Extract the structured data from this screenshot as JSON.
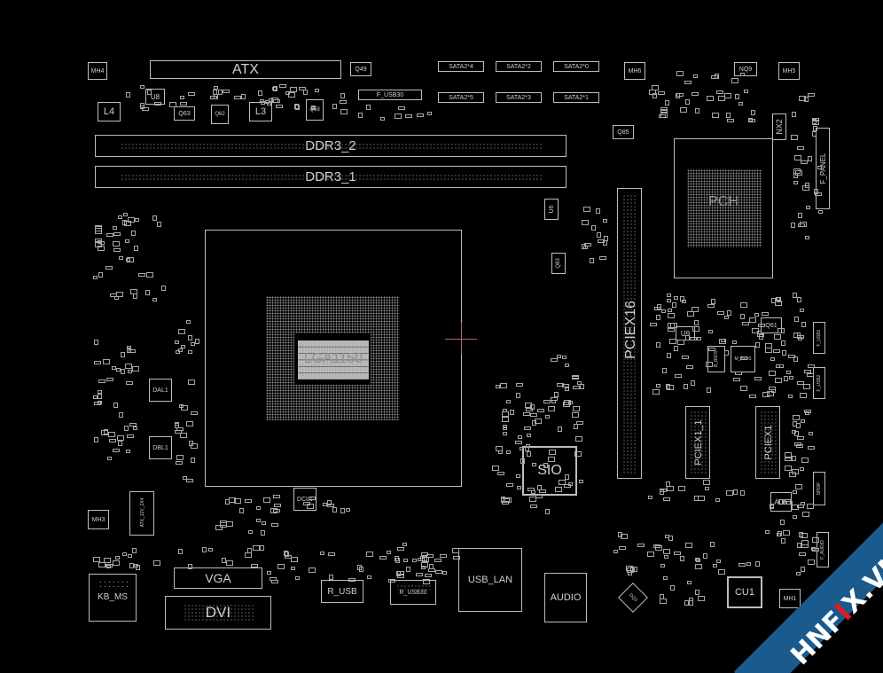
{
  "board": {
    "background": "#000000",
    "line_color": "#bdbdbd",
    "accent_crosshair": "#c06070"
  },
  "labels": {
    "atx": "ATX",
    "q49": "Q49",
    "sata4": "SATA2*4",
    "sata2": "SATA2*2",
    "sata0": "SATA2*0",
    "sata5": "SATA2*5",
    "sata3": "SATA2*3",
    "sata1": "SATA2*1",
    "f_usb30": "F_USB30",
    "mh4": "MH4",
    "mh6": "MH6",
    "mh5": "MH5",
    "nq9": "NQ9",
    "u8": "U8",
    "l4": "L4",
    "q63": "Q63",
    "q62": "Q62",
    "l3": "L3",
    "q59": "Q59",
    "q85": "Q85",
    "nx2": "NX2",
    "f_panel": "F_PANEL",
    "ddr3_2": "DDR3_2",
    "ddr3_1": "DDR3_1",
    "u6": "U6",
    "q83": "Q83",
    "pch": "PCH",
    "pciex16": "PCIEX16",
    "lga1150": "LGA1150",
    "dal1": "DAL1",
    "dbl1": "DBL1",
    "dcl1": "DCL1",
    "atx_12v": "ATX_12V_2X4",
    "mh3": "MH3",
    "sio": "SIO",
    "u9": "U9",
    "q61": "Q61",
    "bios_a": "B_BIOS",
    "bios_b": "M_BIOS",
    "pciex1_1": "PCIEX1_1",
    "pciex1_2": "PCIEX1",
    "f_usb1": "F_USB1",
    "f_usb2": "F_USB2",
    "au1": "AU1",
    "spdif": "SPDIF",
    "kb_ms": "KB_MS",
    "vga": "VGA",
    "dvi": "DVI",
    "r_usb": "R_USB",
    "r_usb30": "R_USB30",
    "usb_lan": "USB_LAN",
    "audio": "AUDIO",
    "cu1": "CU1",
    "mh1": "MH1",
    "f_audio": "F_AUDIO",
    "dq3": "DQ3"
  },
  "watermark": {
    "pre": "HNF",
    "mid": "I",
    "post": "X.VN",
    "band_color": "#1a5a8c",
    "x_color": "#e01b22"
  }
}
